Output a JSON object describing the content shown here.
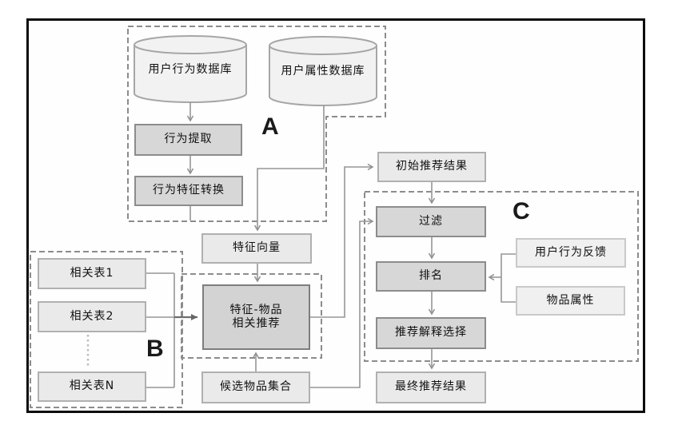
{
  "diagram": {
    "type": "flowchart",
    "groups": {
      "a": "A",
      "b": "B",
      "c": "C"
    },
    "nodes": {
      "user_behavior_db": "用户行为数据库",
      "user_attribute_db": "用户属性数据库",
      "behavior_extraction": "行为提取",
      "behavior_feature_conversion": "行为特征转换",
      "feature_vector": "特征向量",
      "related_table_1": "相关表1",
      "related_table_2": "相关表2",
      "related_table_n": "相关表N",
      "feature_item_rec_line1": "特征-物品",
      "feature_item_rec_line2": "相关推荐",
      "candidate_item_set": "候选物品集合",
      "initial_rec_result": "初始推荐结果",
      "filter": "过滤",
      "ranking": "排名",
      "user_behavior_feedback": "用户行为反馈",
      "item_attributes": "物品属性",
      "rec_explanation_selection": "推荐解释选择",
      "final_rec_result": "最终推荐结果"
    },
    "edges": [
      {
        "from": "user_behavior_db",
        "to": "behavior_extraction"
      },
      {
        "from": "behavior_extraction",
        "to": "behavior_feature_conversion"
      },
      {
        "from": "behavior_feature_conversion",
        "to": "group_a_boundary"
      },
      {
        "from": "user_attribute_db",
        "to": "feature_vector"
      },
      {
        "from": "feature_vector",
        "to": "feature_item_rec"
      },
      {
        "from": "related_table_1",
        "to": "feature_item_rec"
      },
      {
        "from": "related_table_2",
        "to": "feature_item_rec"
      },
      {
        "from": "related_table_n",
        "to": "feature_item_rec"
      },
      {
        "from": "candidate_item_set",
        "to": "feature_item_rec"
      },
      {
        "from": "candidate_item_set",
        "to": "filter"
      },
      {
        "from": "feature_item_rec",
        "to": "initial_rec_result"
      },
      {
        "from": "initial_rec_result",
        "to": "filter"
      },
      {
        "from": "filter",
        "to": "ranking"
      },
      {
        "from": "user_behavior_feedback",
        "to": "ranking"
      },
      {
        "from": "item_attributes",
        "to": "ranking"
      },
      {
        "from": "ranking",
        "to": "rec_explanation_selection"
      },
      {
        "from": "rec_explanation_selection",
        "to": "final_rec_result"
      }
    ],
    "colors": {
      "box_light_fill": "#eaeaea",
      "box_light_border": "#b0b0b0",
      "box_mid_fill": "#d7d7d7",
      "box_mid_border": "#8c8c8c",
      "box_soft_fill": "#f0f0f0",
      "box_soft_border": "#c9c9c9",
      "cylinder_fill": "#f2f2f2",
      "cylinder_border": "#a6a6a6",
      "connector": "#969696",
      "dashed_border": "#8c8c8c",
      "outer_border": "#0d0d0d"
    }
  }
}
